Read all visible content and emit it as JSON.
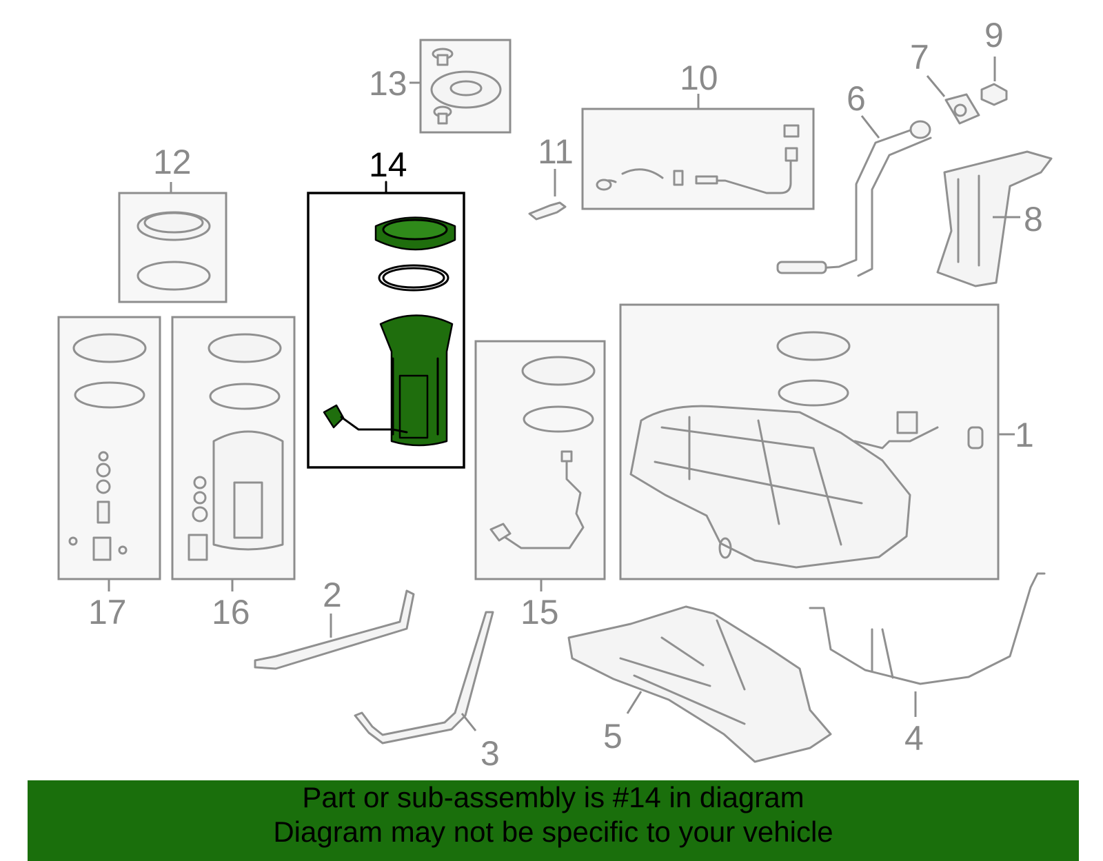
{
  "diagram": {
    "callouts": [
      "1",
      "2",
      "3",
      "4",
      "5",
      "6",
      "7",
      "8",
      "9",
      "10",
      "11",
      "12",
      "13",
      "14",
      "15",
      "16",
      "17"
    ],
    "highlighted_callout": "14",
    "highlight_color": "#1f6e0d"
  },
  "banner": {
    "line1": "Part or sub-assembly is #14 in diagram",
    "line2": "Diagram may not be specific to your vehicle",
    "background": "#1a6f0c"
  }
}
